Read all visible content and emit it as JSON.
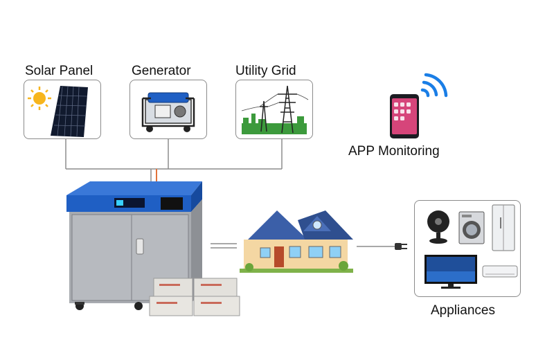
{
  "sources": [
    {
      "label": "Solar Panel",
      "icon": "solar-panel-icon"
    },
    {
      "label": "Generator",
      "icon": "generator-icon"
    },
    {
      "label": "Utility Grid",
      "icon": "utility-grid-icon"
    }
  ],
  "app": {
    "label": "APP Monitoring",
    "icon": "smartphone-wifi-icon"
  },
  "appliances": {
    "label": "Appliances",
    "icons": [
      "fan-icon",
      "washing-machine-icon",
      "refrigerator-icon",
      "television-icon",
      "air-conditioner-icon"
    ]
  },
  "cabinet": {
    "icon": "power-cabinet-icon"
  },
  "house": {
    "icon": "house-icon"
  },
  "colors": {
    "box_border": "#8a8a8a",
    "wire": "#8c8c8c",
    "accent_wire": "#e2733a",
    "cabinet_blue": "#1f5fc4",
    "wifi_blue": "#1a7ee6"
  }
}
